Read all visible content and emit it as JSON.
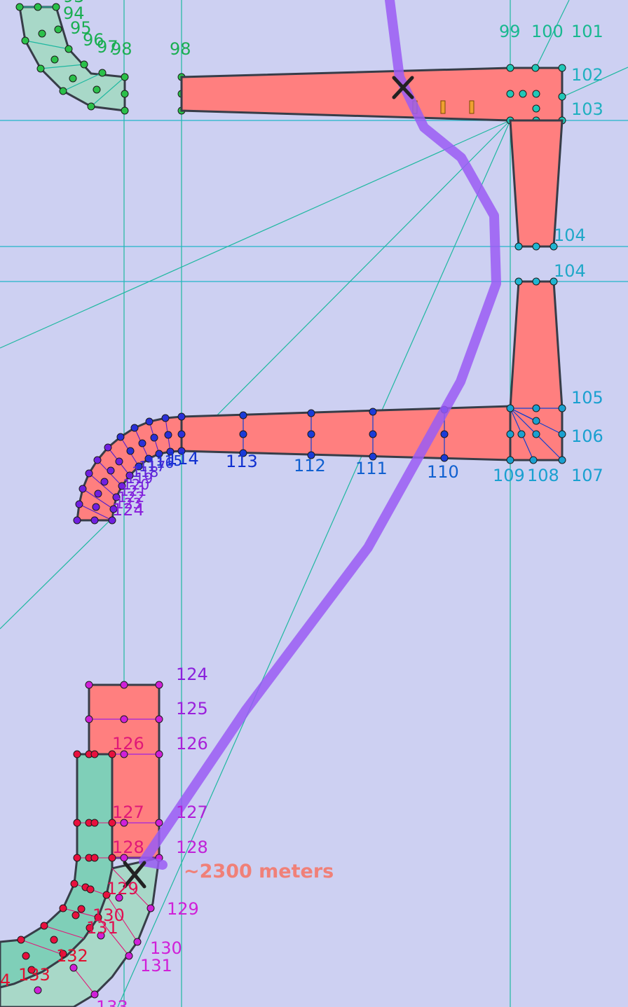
{
  "colors": {
    "background": "#cdd0f2",
    "guide": "#1fb8a0",
    "guide_cyan": "#22b5c8",
    "road_fill": "#ff7f7f",
    "road_alt_fill": "#7fcfb8",
    "road_light_fill": "#a8d8c8",
    "road_stroke": "#373d48",
    "path": "#9a5cf5",
    "distance_text": "#f08078",
    "marker": "#f0a030"
  },
  "labels": {
    "g94": "94",
    "g95": "95",
    "g96": "96",
    "g97": "97",
    "g98a": "98",
    "g98b": "98",
    "t99": "99",
    "t100": "100",
    "t101": "101",
    "c102": "102",
    "c103": "103",
    "c104a": "104",
    "c104b": "104",
    "c105": "105",
    "c106": "106",
    "c107": "107",
    "c108": "108",
    "c109": "109",
    "b110": "110",
    "b111": "111",
    "b112": "112",
    "b113": "113",
    "b114": "114",
    "b115": "115",
    "b116": "116",
    "b117": "117",
    "b118": "118",
    "p119": "119",
    "p120": "120",
    "p121": "121",
    "p122": "122",
    "p123": "123",
    "p124a": "124",
    "p124": "124",
    "p125": "125",
    "p126": "126",
    "p127": "127",
    "p128": "128",
    "m126": "126",
    "m127": "127",
    "m128": "128",
    "m129": "129",
    "m129b": "129",
    "m130": "130",
    "m130b": "130",
    "m131": "131",
    "m131b": "131",
    "r132": "132",
    "r133": "133",
    "r134": "4",
    "r135": "133"
  },
  "distance": "~2300 meters"
}
